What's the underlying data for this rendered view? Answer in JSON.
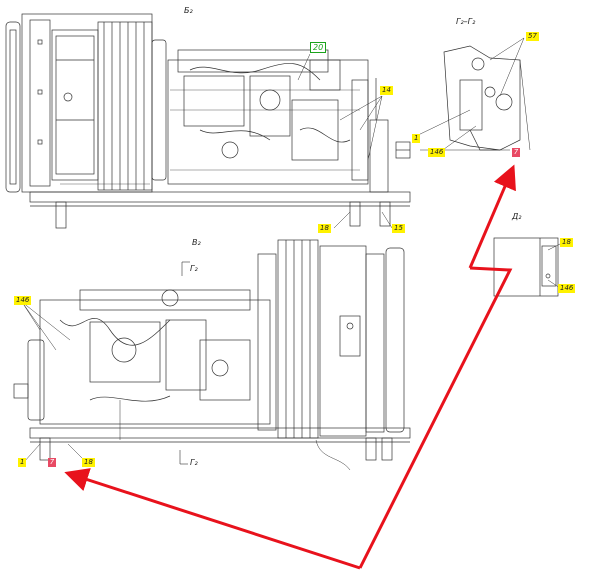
{
  "views": {
    "view_b": {
      "title": "Б₂"
    },
    "view_v": {
      "title": "В₂"
    },
    "section_g": {
      "title": "Г₂–Г₂"
    },
    "view_d": {
      "title": "Д₂"
    }
  },
  "cut_marks": {
    "upper": "Г₂",
    "lower": "Г₂"
  },
  "callouts": {
    "c20": "20",
    "c14_top": "14",
    "c18_top": "18",
    "c15": "15",
    "c57": "57",
    "c1_right": "1",
    "c146_right": "146",
    "c7_right": "7",
    "c18_d": "18",
    "c146_d": "146",
    "c146_left": "146",
    "c1_left": "1",
    "c7_left": "7",
    "c18_left": "18"
  },
  "colors": {
    "line": "#333333",
    "callout_yellow": "#fff200",
    "callout_green": "#1ba31b",
    "marker_red": "#e84a64",
    "arrow_red": "#e8121c"
  }
}
